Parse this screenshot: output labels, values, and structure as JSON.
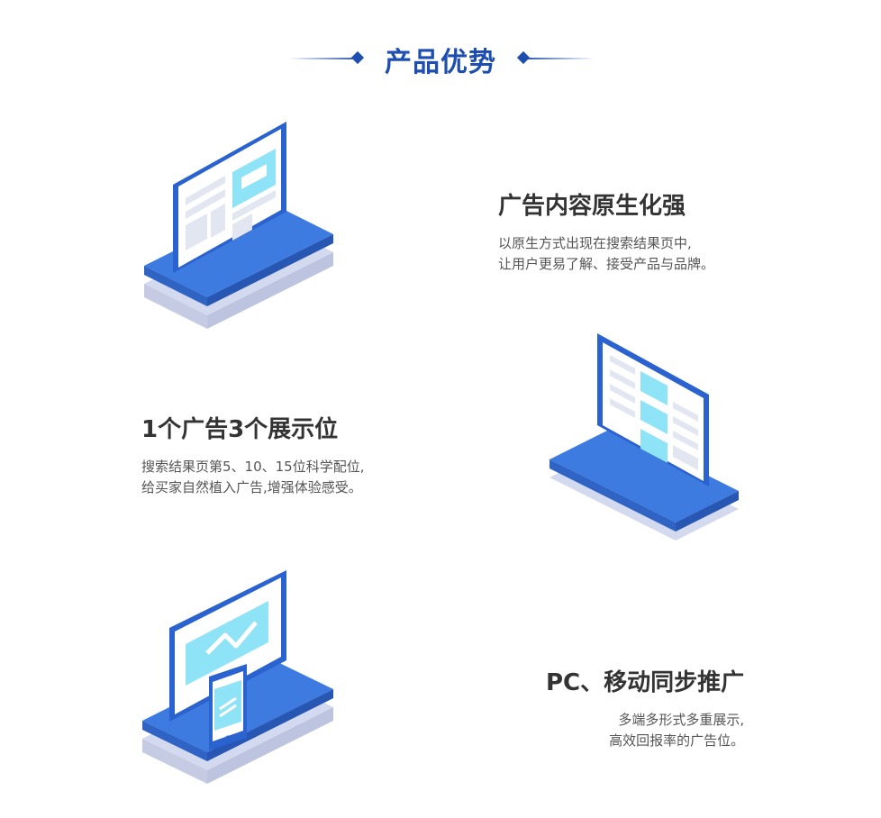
{
  "header": {
    "title": "产品优势"
  },
  "features": [
    {
      "title": "广告内容原生化强",
      "desc_line1": "以原生方式出现在搜索结果页中,",
      "desc_line2": "让用户更易了解、接受产品与品牌。"
    },
    {
      "title": "1个广告3个展示位",
      "desc_line1": "搜索结果页第5、10、15位科学配位,",
      "desc_line2": "给买家自然植入广告,增强体验感受。"
    },
    {
      "title": "PC、移动同步推广",
      "desc_line1": "多端多形式多重展示,",
      "desc_line2": "高效回报率的广告位。"
    }
  ],
  "colors": {
    "brand_blue": "#1e4fb0",
    "platform_blue": "#3d7be0",
    "screen_light": "#8fe3f7",
    "base_shadow": "#d3d9ee"
  },
  "icons": [
    "browser-ad-icon",
    "search-results-icon",
    "pc-mobile-sync-icon"
  ]
}
